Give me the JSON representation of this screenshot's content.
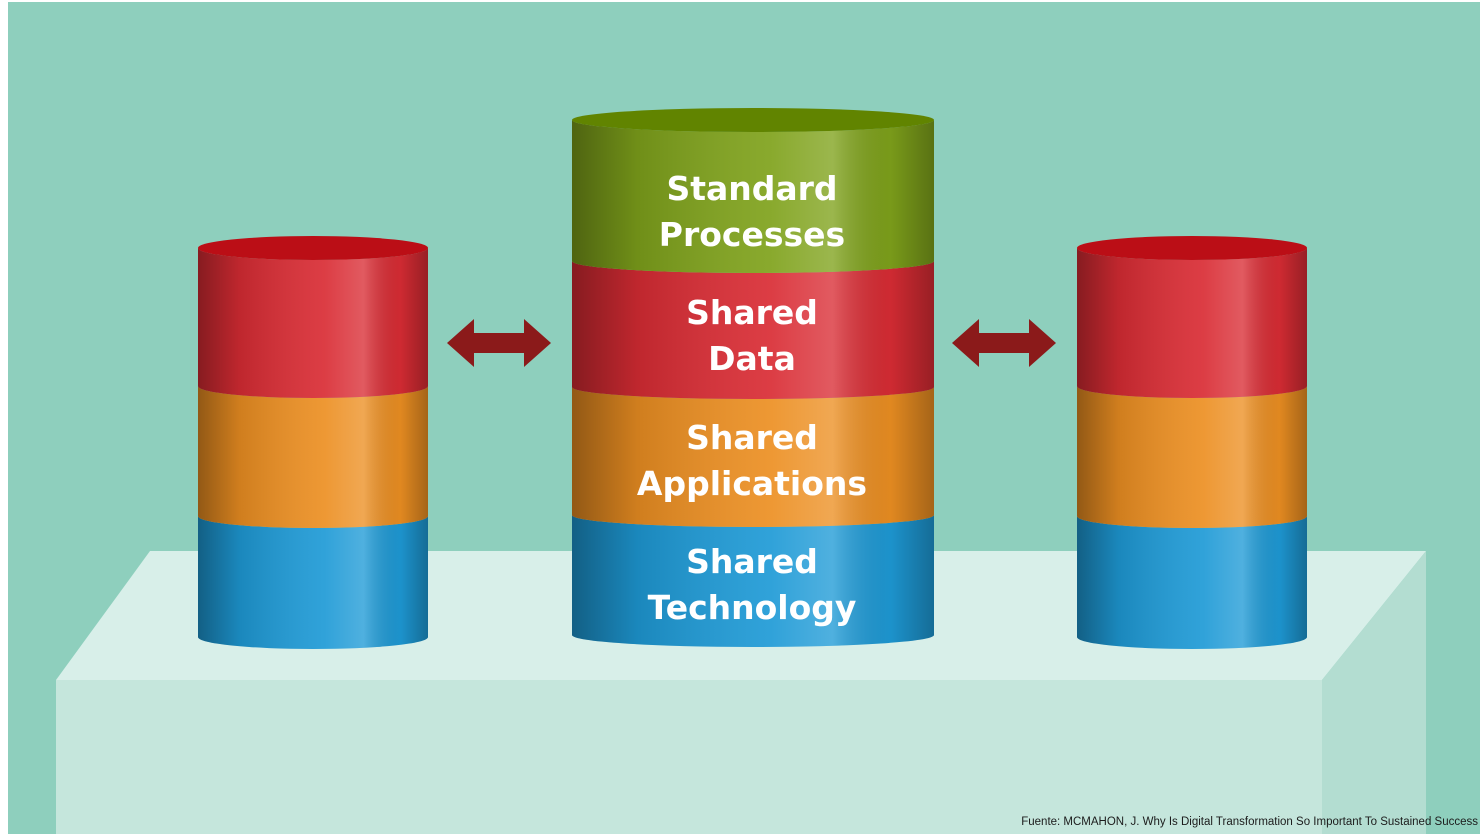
{
  "diagram": {
    "center_stack": {
      "layers": [
        {
          "line1": "Standard",
          "line2": "Processes",
          "color": "#7fa21b"
        },
        {
          "line1": "Shared",
          "line2": "Data",
          "color": "#d92c34"
        },
        {
          "line1": "Shared",
          "line2": "Applications",
          "color": "#ec8f22"
        },
        {
          "line1": "Shared",
          "line2": "Technology",
          "color": "#1e9ad6"
        }
      ]
    },
    "side_stack_colors": [
      "#d92c34",
      "#ec8f22",
      "#1e9ad6"
    ],
    "arrow_color": "#8b1a1a",
    "background_color": "#8ecfbd",
    "platform_color": "#c5e6dc"
  },
  "caption": "Fuente: MCMAHON, J. Why Is Digital Transformation So Important To Sustained Success"
}
